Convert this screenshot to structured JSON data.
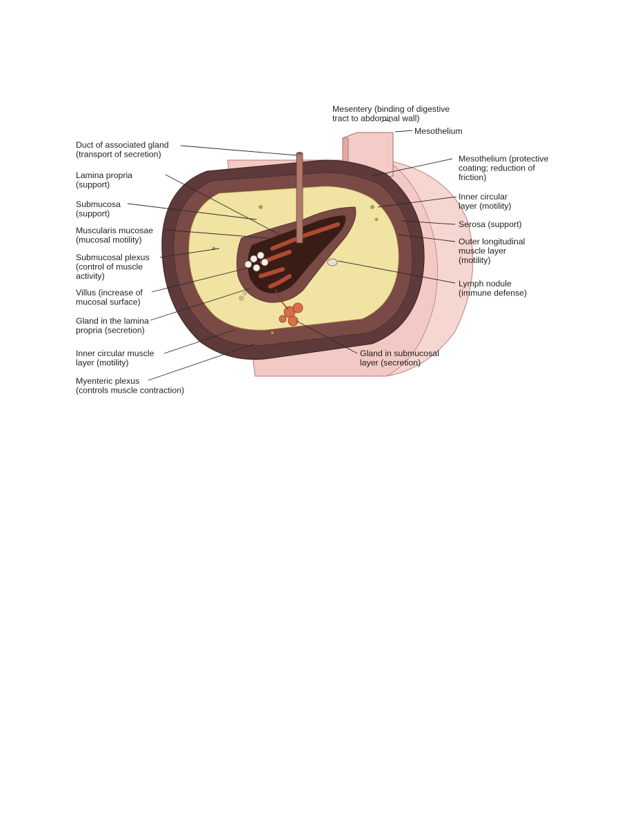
{
  "colors": {
    "serosa_pink": "#f2c9c4",
    "outer_muscle": "#5e3a3a",
    "submucosa_yellow": "#f1e3a2",
    "lumen_dark": "#3a1c17",
    "mucosa_red": "#b04a32",
    "gland_orange": "#d9704a"
  },
  "labels": {
    "mesentery": [
      "Mesentery (binding of digestive",
      "tract to abdominal wall)"
    ],
    "mesothelium_top": [
      "Mesothelium"
    ],
    "duct": [
      "Duct of associated gland",
      "(transport of secretion)"
    ],
    "mesothelium_right": [
      "Mesothelium (protective",
      "coating; reduction of",
      "friction)"
    ],
    "lamina_propria": [
      "Lamina propria",
      "(support)"
    ],
    "inner_circular_right": [
      "Inner circular",
      "layer (motility)"
    ],
    "submucosa": [
      "Submucosa",
      "(support)"
    ],
    "serosa": [
      "Serosa (support)"
    ],
    "muscularis_mucosae": [
      "Muscularis mucosae",
      "(mucosal motility)"
    ],
    "outer_longitudinal": [
      "Outer longitudinal",
      "muscle layer",
      "(motility)"
    ],
    "submucosal_plexus": [
      "Submucosal plexus",
      "(control of muscle",
      "activity)"
    ],
    "lymph_nodule": [
      "Lymph nodule",
      "(immune defense)"
    ],
    "villus": [
      "Villus (increase of",
      "mucosal surface)"
    ],
    "gland_lamina": [
      "Gland in the lamina",
      "propria (secretion)"
    ],
    "gland_submucosal": [
      "Gland in submucosal",
      "layer (secretion)"
    ],
    "inner_circular_left": [
      "Inner circular muscle",
      "layer (motility)"
    ],
    "myenteric": [
      "Myenteric plexus",
      "(controls muscle contraction)"
    ]
  }
}
